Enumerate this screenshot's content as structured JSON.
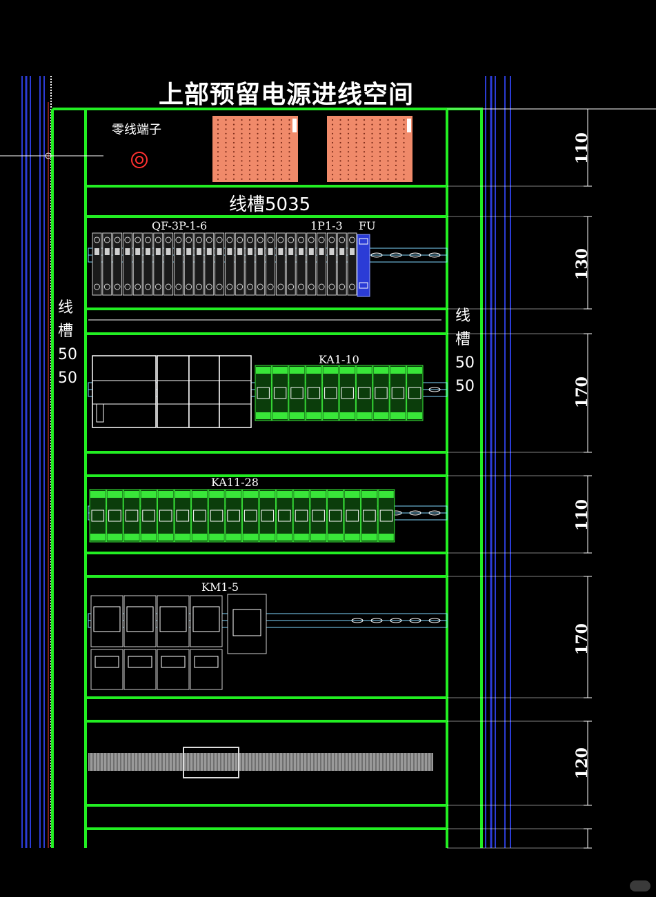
{
  "title": "上部预留电源进线空间",
  "labels": {
    "neutral_terminal": "零线端子",
    "trunking_top": "线槽5035",
    "qf": "QF-3P-1-6",
    "ip": "1P1-3",
    "fu": "FU",
    "ka1": "KA1-10",
    "ka11": "KA11-28",
    "km": "KM1-5"
  },
  "side_trunking_left": [
    "线",
    "槽",
    "50",
    "50"
  ],
  "side_trunking_right": [
    "线",
    "槽",
    "50",
    "50"
  ],
  "dimensions": [
    "110",
    "130",
    "170",
    "110",
    "170",
    "120"
  ],
  "colors": {
    "frame": "#22ee22",
    "rail": "#7fd8ff",
    "blue_rail": "#2b3cd6",
    "terminal_block": "#f08a6a",
    "relay": "#39e639",
    "breaker": "#cfcfcf"
  }
}
